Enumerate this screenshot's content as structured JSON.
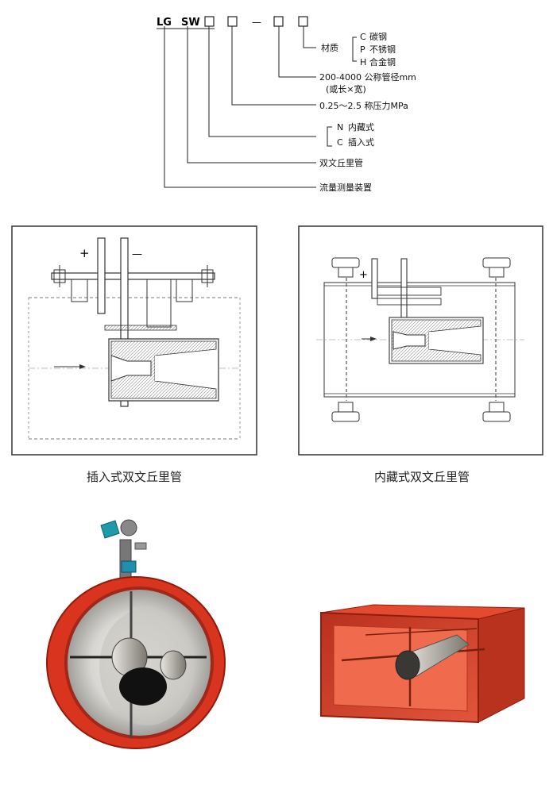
{
  "code": {
    "prefix_lg": "LG",
    "prefix_sw": "SW",
    "dash": "—"
  },
  "legend": {
    "material_label": "材质",
    "material_options": [
      {
        "code": "C",
        "text": "碳钢"
      },
      {
        "code": "P",
        "text": "不锈钢"
      },
      {
        "code": "H",
        "text": "合金钢"
      }
    ],
    "diameter_line1": "200-4000 公称管径mm",
    "diameter_line2": "(或长×宽)",
    "pressure": "0.25～2.5  称压力MPa",
    "install_options": [
      {
        "code": "N",
        "text": "内藏式"
      },
      {
        "code": "C",
        "text": "插入式"
      }
    ],
    "type_name": "双文丘里管",
    "device_name": "流量测量装置"
  },
  "diagrams": {
    "left_caption": "插入式双文丘里管",
    "right_caption": "内藏式双文丘里管",
    "plus": "+",
    "minus": "—"
  },
  "colors": {
    "steel_red": "#d8341e",
    "line": "#222222"
  }
}
